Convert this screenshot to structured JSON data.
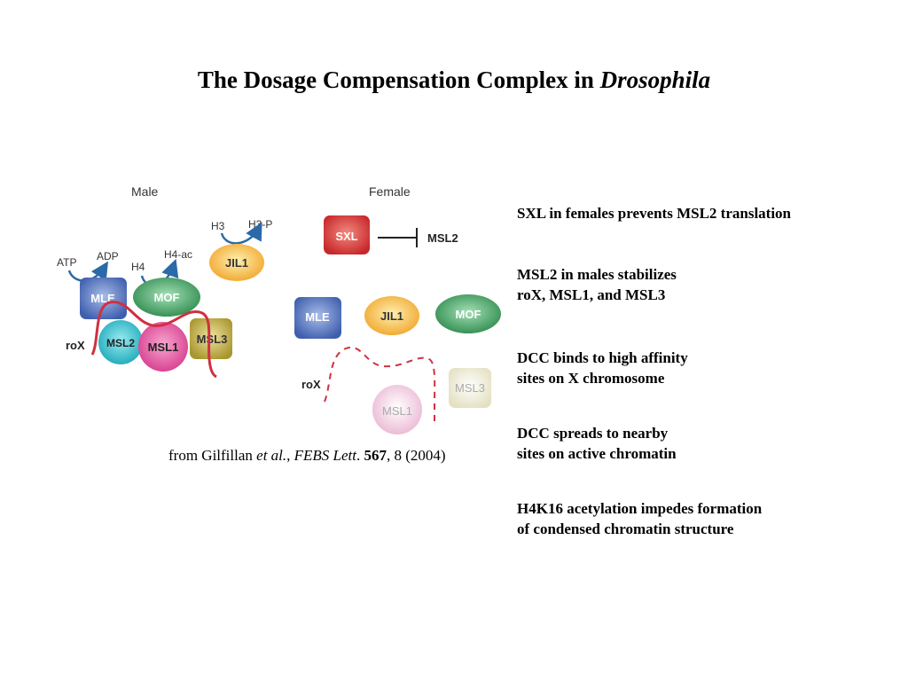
{
  "title": {
    "main": "The Dosage Compensation Complex in ",
    "italic": "Drosophila"
  },
  "figure": {
    "male": {
      "label": "Male",
      "atp": "ATP",
      "adp": "ADP",
      "h4": "H4",
      "h4ac": "H4-ac",
      "h3": "H3",
      "h3p": "H3-P",
      "mle": "MLE",
      "mof": "MOF",
      "jil1": "JIL1",
      "msl2": "MSL2",
      "msl1": "MSL1",
      "msl3": "MSL3",
      "rox": "roX"
    },
    "female": {
      "label": "Female",
      "sxl": "SXL",
      "msl2": "MSL2",
      "mle": "MLE",
      "jil1": "JIL1",
      "mof": "MOF",
      "msl3": "MSL3",
      "msl1": "MSL1",
      "rox": "roX"
    }
  },
  "caption": {
    "pre": "from Gilfillan ",
    "etal": "et al.",
    "comma": ", ",
    "journal": "FEBS Lett",
    "dot": ". ",
    "vol": "567",
    "rest": ", 8 (2004)"
  },
  "points": [
    {
      "line1": "SXL in females prevents MSL2 translation",
      "line2": ""
    },
    {
      "line1": "MSL2 in males stabilizes",
      "line2": "roX, MSL1, and MSL3"
    },
    {
      "line1": "DCC binds to high affinity",
      "line2": "sites on X chromosome"
    },
    {
      "line1": "DCC spreads to nearby",
      "line2": "sites on active chromatin"
    },
    {
      "line1": "H4K16 acetylation impedes formation",
      "line2": "of condensed chromatin structure"
    }
  ],
  "colors": {
    "mle": "#3f5fae",
    "mof": "#2e8a4e",
    "jil1": "#f0a52a",
    "msl2": "#1aa8b8",
    "msl1": "#d63b8c",
    "msl3": "#a8962e",
    "sxl": "#c8272b",
    "rox": "#d03040",
    "arrow": "#2a6aa8"
  }
}
